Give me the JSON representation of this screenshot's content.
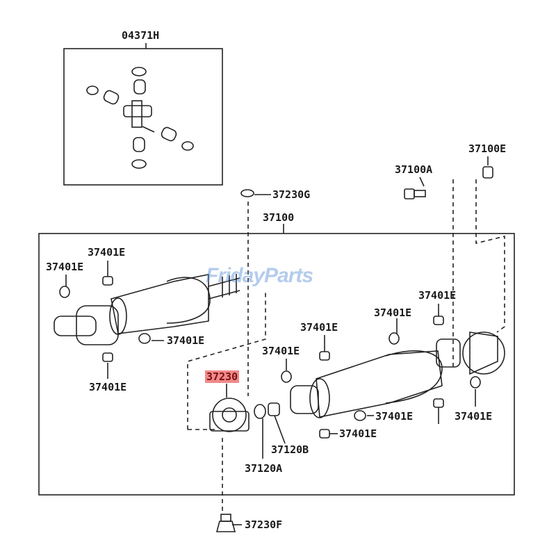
{
  "watermark": {
    "text_a": "Friday",
    "text_b": "Parts",
    "accent": "#f0b040",
    "color": "#5b8fd6"
  },
  "labels": {
    "ujoint_kit": "04371H",
    "bolt_a": "37100A",
    "nut_e": "37100E",
    "washer_g": "37230G",
    "shaft_assy": "37100",
    "bearing": "37230",
    "nut_b": "37120B",
    "washer_a": "37120A",
    "bolt_f": "37230F",
    "ring_1": "37401E",
    "ring_2": "37401E",
    "ring_3": "37401E",
    "ring_4": "37401E",
    "ring_5": "37401E",
    "ring_6": "37401E",
    "ring_7": "37401E",
    "ring_8": "37401E",
    "ring_9": "37401E",
    "ring_10": "37401E",
    "ring_11": "37401E"
  },
  "highlight_color": "#f08a8a"
}
